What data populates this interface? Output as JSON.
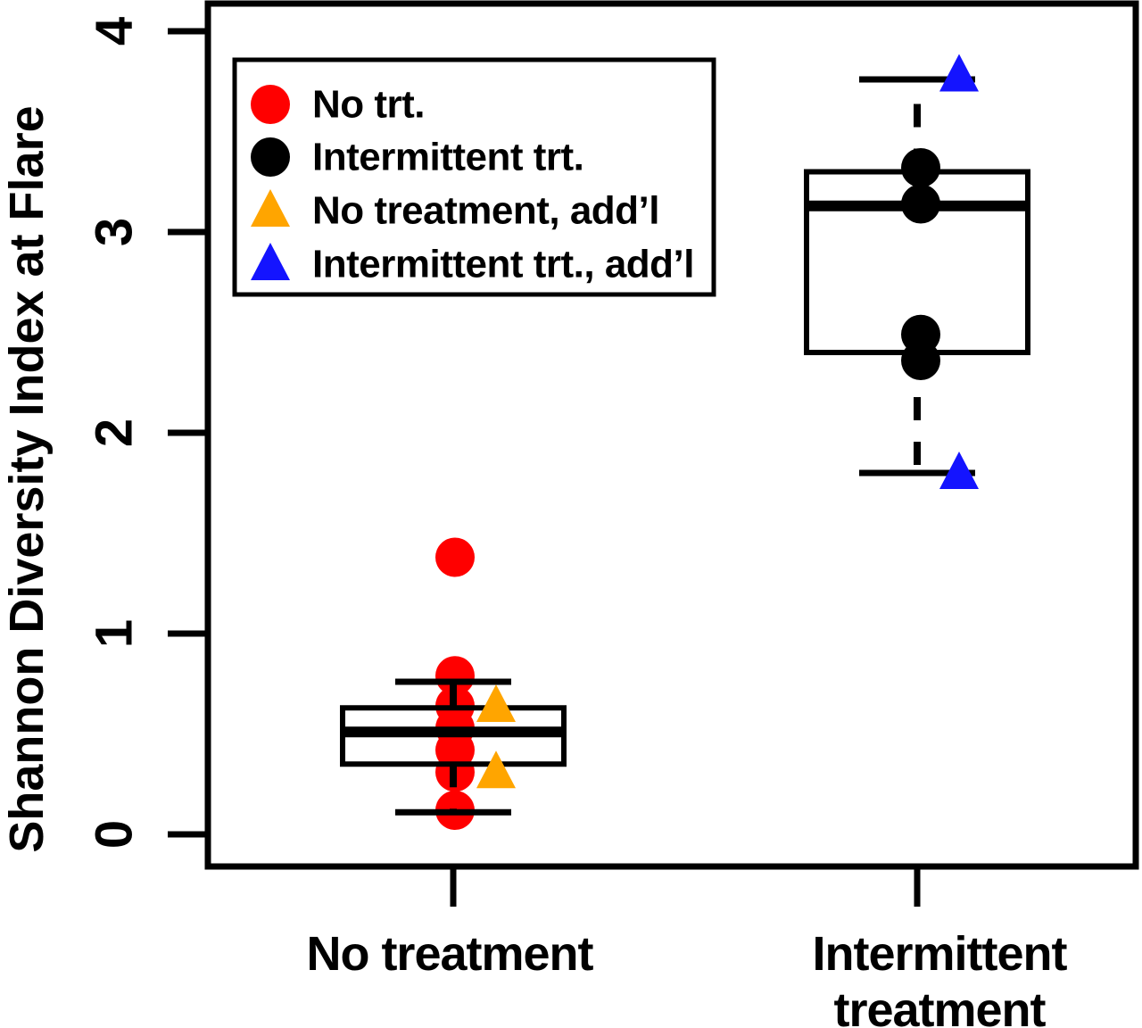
{
  "chart_data": {
    "type": "boxplot",
    "title": "",
    "ylabel": "Shannon Diversity Index at Flare",
    "ylim": [
      0,
      4
    ],
    "yticks": [
      0,
      1,
      2,
      3,
      4
    ],
    "grid": false,
    "legend_position": "top-left",
    "colors": {
      "red": "#FF0000",
      "black": "#000000",
      "orange": "#FFA500",
      "blue": "#1414FF"
    },
    "groups": [
      {
        "label_lines": [
          "No treatment"
        ],
        "box": {
          "lower_whisker": 0.11,
          "q1": 0.35,
          "median": 0.51,
          "q3": 0.63,
          "upper_whisker": 0.76
        },
        "series": [
          {
            "name": "No trt.",
            "shape": "circle",
            "color": "red",
            "values": [
              1.38,
              0.79,
              0.64,
              0.53,
              0.42,
              0.31,
              0.12
            ]
          },
          {
            "name": "No treatment, add’l",
            "shape": "triangle",
            "color": "orange",
            "values": [
              0.64,
              0.31
            ]
          }
        ]
      },
      {
        "label_lines": [
          "Intermittent",
          "treatment"
        ],
        "box": {
          "lower_whisker": 1.8,
          "q1": 2.4,
          "median": 3.13,
          "q3": 3.3,
          "upper_whisker": 3.76
        },
        "series": [
          {
            "name": "Intermittent trt.",
            "shape": "circle",
            "color": "black",
            "values": [
              3.32,
              3.14,
              2.49,
              2.36
            ]
          },
          {
            "name": "Intermittent trt., add’l",
            "shape": "triangle",
            "color": "blue",
            "values": [
              3.78,
              1.8
            ]
          }
        ]
      }
    ],
    "legend": {
      "entries": [
        {
          "label": "No trt.",
          "shape": "circle",
          "color": "red"
        },
        {
          "label": "Intermittent trt.",
          "shape": "circle",
          "color": "black"
        },
        {
          "label": "No treatment, add’l",
          "shape": "triangle",
          "color": "orange"
        },
        {
          "label": "Intermittent trt., add’l",
          "shape": "triangle",
          "color": "blue"
        }
      ]
    }
  }
}
